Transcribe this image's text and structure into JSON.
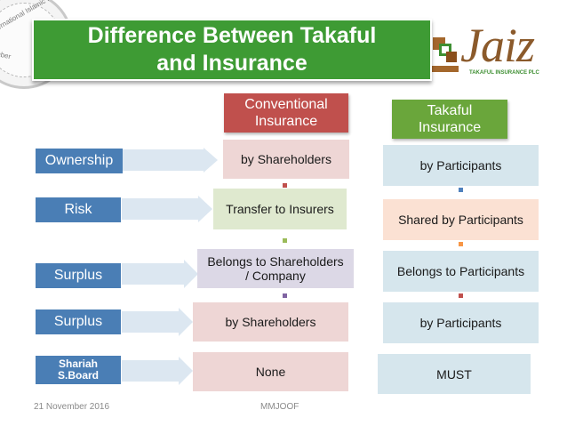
{
  "seal": {
    "text_top": "International Islamic Microfinance",
    "text_bottom": "November"
  },
  "title": {
    "text": "Difference Between Takaful\nand Insurance"
  },
  "logo": {
    "word": "Jaiz",
    "subtitle": "TAKAFUL INSURANCE PLC"
  },
  "columns": {
    "conventional": "Conventional\nInsurance",
    "takaful": "Takaful\nInsurance"
  },
  "rows": [
    {
      "label": "Ownership",
      "conventional": "by Shareholders",
      "takaful": "by Participants"
    },
    {
      "label": "Risk",
      "conventional": "Transfer to Insurers",
      "takaful": "Shared by Participants"
    },
    {
      "label": "Surplus",
      "conventional": "Belongs to Shareholders\n/ Company",
      "takaful": "Belongs to Participants"
    },
    {
      "label": "Surplus",
      "conventional": "by Shareholders",
      "takaful": "by Participants"
    },
    {
      "label": "Shariah\nS.Board",
      "conventional": "None",
      "takaful": "MUST"
    }
  ],
  "footer": {
    "date": "21 November 2016",
    "author": "MMJOOF"
  },
  "colors": {
    "title_green": "#3e9b34",
    "label_blue": "#4a7eb5",
    "conventional_red": "#c0504d",
    "takaful_green": "#6aa63b"
  }
}
